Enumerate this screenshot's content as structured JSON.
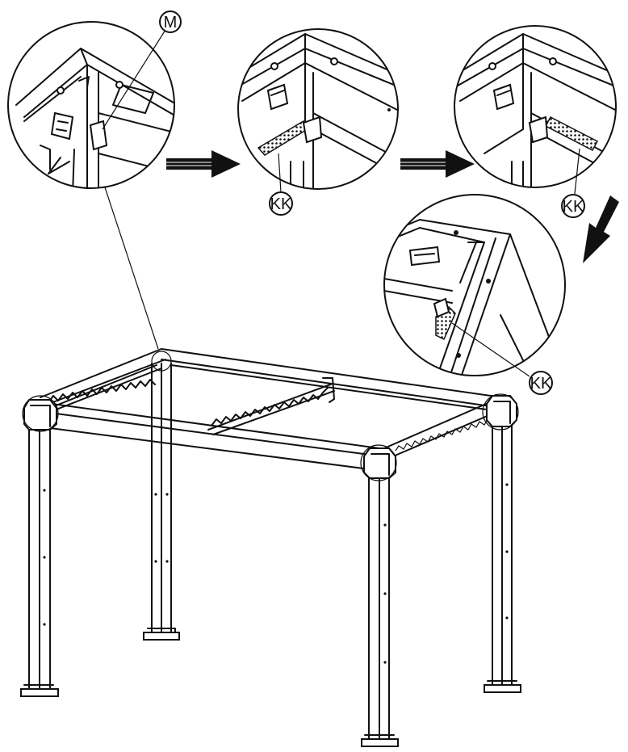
{
  "labels": {
    "part_m": "M",
    "part_kk_1": "KK",
    "part_kk_2": "KK",
    "part_kk_3": "KK"
  },
  "colors": {
    "line": "#111111",
    "background": "#ffffff"
  },
  "icons": {
    "step_arrow_1": "right-arrow-icon",
    "step_arrow_2": "right-arrow-icon",
    "step_arrow_3": "down-left-arrow-icon"
  }
}
